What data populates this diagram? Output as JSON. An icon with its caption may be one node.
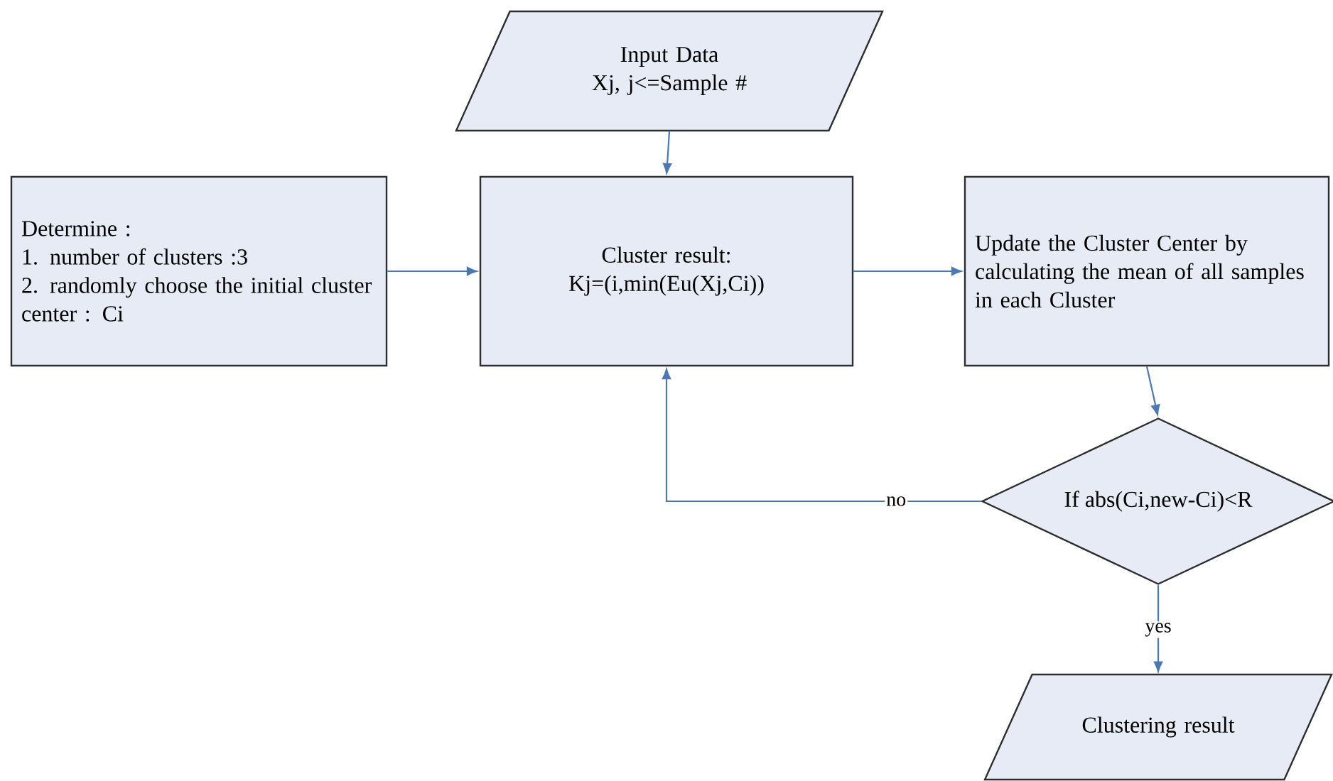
{
  "diagram": {
    "nodes": [
      {
        "text": [
          "Input Data",
          "Xj, j<=Sample #"
        ]
      },
      {
        "text": [
          "Determine :",
          "1. number of clusters :3",
          "2. randomly choose the initial cluster center : Ci"
        ]
      },
      {
        "text": [
          "Cluster result:",
          "Kj=(i,min(Eu(Xj,Ci))"
        ]
      },
      {
        "text": [
          "Update the Cluster Center by calculating the mean of all samples in each Cluster"
        ]
      },
      {
        "text": [
          "If abs(Ci,new-Ci)<R"
        ]
      },
      {
        "text": [
          "Clustering result"
        ]
      }
    ],
    "edges": [
      {
        "from": 0,
        "to": 2,
        "arrow": "to"
      },
      {
        "from": 1,
        "to": 2,
        "arrow": "to"
      },
      {
        "from": 2,
        "to": 3,
        "arrow": "to"
      },
      {
        "from": 3,
        "to": 4,
        "arrow": "to"
      },
      {
        "from": 4,
        "to": 2,
        "arrow": "to",
        "label": "no"
      },
      {
        "from": 4,
        "to": 5,
        "arrow": "to",
        "label": "yes"
      }
    ]
  }
}
